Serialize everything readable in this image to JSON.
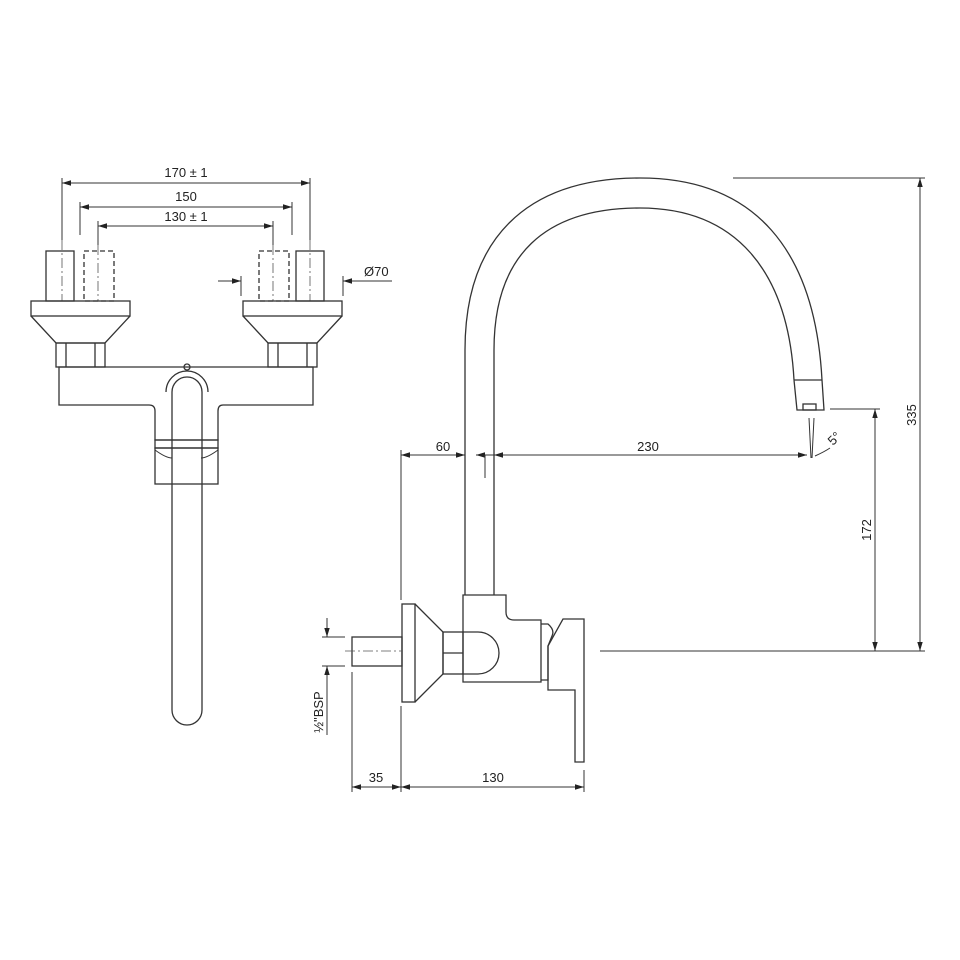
{
  "drawing": {
    "subject": "Wall-mounted sink mixer tap technical drawing",
    "views": [
      {
        "name": "front-view",
        "label": ""
      },
      {
        "name": "side-view",
        "label": ""
      }
    ]
  },
  "front_view": {
    "dimensions": {
      "overall_width": "170 ± 1",
      "outer_centers": "150",
      "inner_centers": "130 ± 1",
      "flange_diameter": "Ø70"
    }
  },
  "side_view": {
    "dimensions": {
      "spout_wall_offset": "60",
      "spout_reach": "230",
      "spout_angle": "5°",
      "total_height": "335",
      "outlet_height": "172",
      "inlet_length": "35",
      "body_depth": "130",
      "thread_size": "½\"BSP"
    }
  }
}
